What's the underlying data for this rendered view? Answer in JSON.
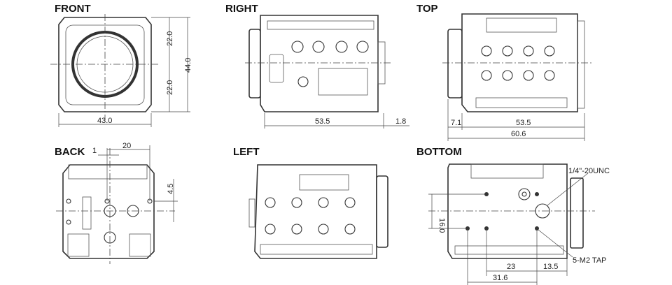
{
  "views": {
    "front": {
      "title": "FRONT",
      "dims": {
        "height_top": "22.0",
        "height_bottom": "22.0",
        "height_total": "44.0",
        "width": "43.0"
      }
    },
    "right": {
      "title": "RIGHT",
      "dims": {
        "length": "53.5",
        "offset": "1.8"
      }
    },
    "top": {
      "title": "TOP",
      "dims": {
        "lens": "7.1",
        "body": "53.5",
        "total": "60.6"
      }
    },
    "back": {
      "title": "BACK",
      "dims": {
        "offset": "1",
        "spacing": "20",
        "vertical": "4.5"
      }
    },
    "left": {
      "title": "LEFT"
    },
    "bottom": {
      "title": "BOTTOM",
      "dims": {
        "thread": "1/4\"-20UNC",
        "spacing_v": "16.0",
        "tap": "5-M2 TAP",
        "spacing_a": "23",
        "spacing_b": "13.5",
        "spacing_c": "31.6"
      }
    }
  }
}
